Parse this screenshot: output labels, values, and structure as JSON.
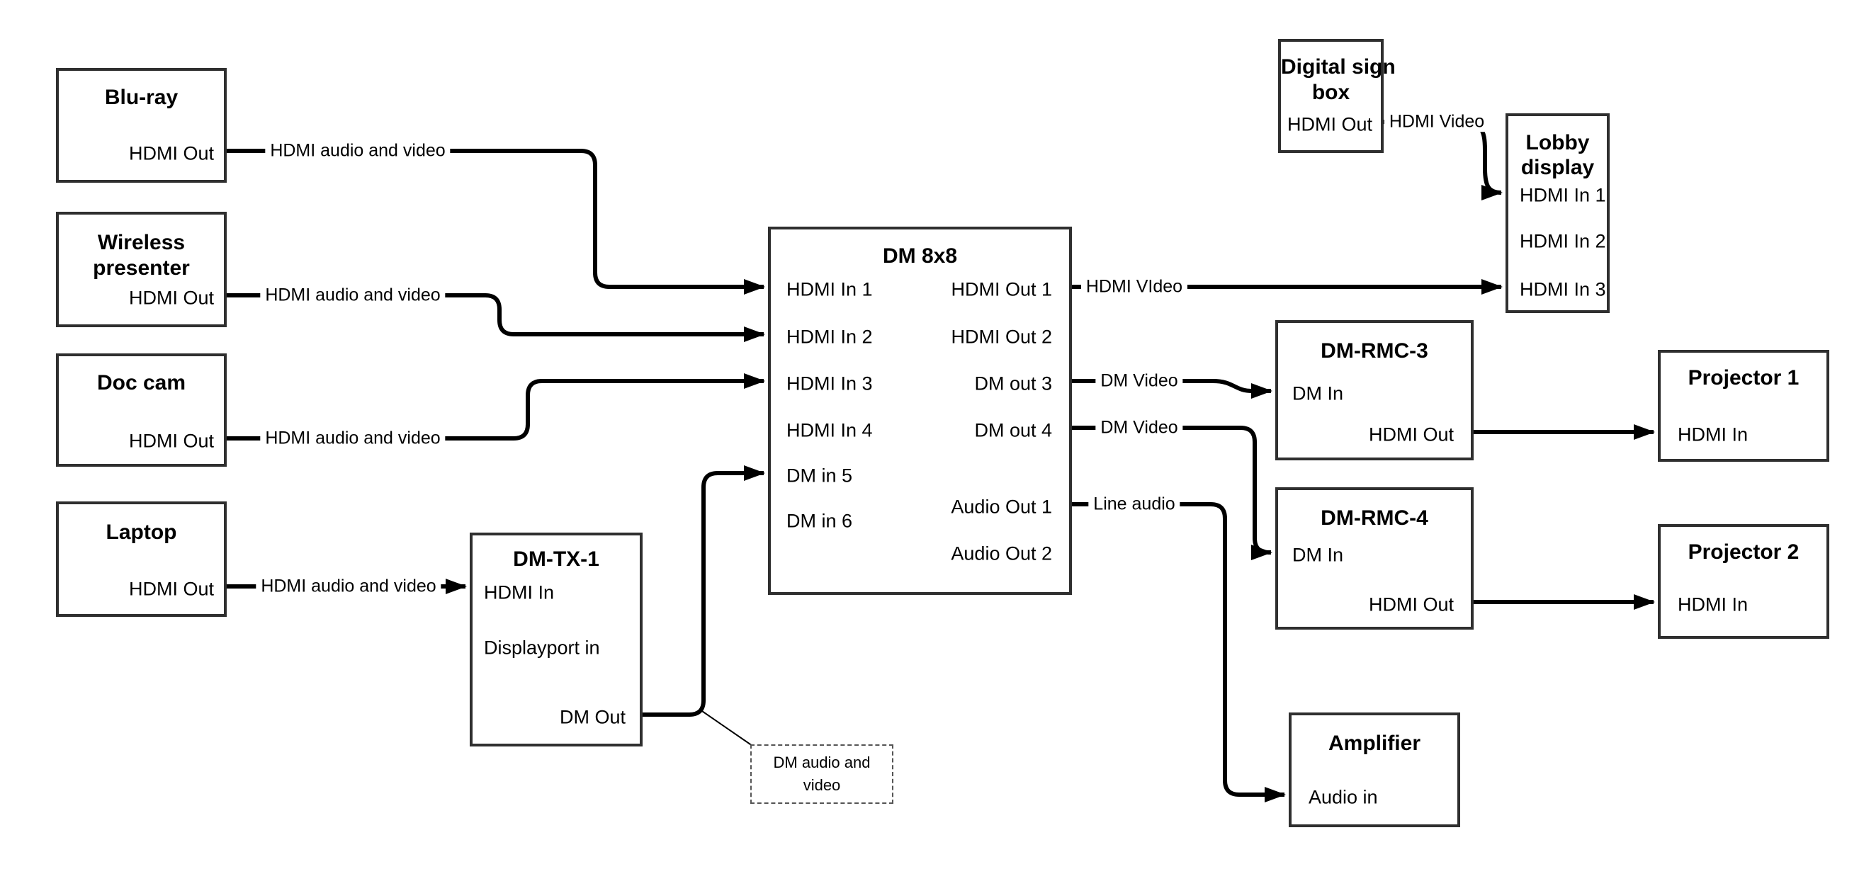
{
  "diagram": {
    "nodes": {
      "bluray": {
        "title": "Blu-ray",
        "port_out": "HDMI Out"
      },
      "wireless_presenter": {
        "title_line1": "Wireless",
        "title_line2": "presenter",
        "port_out": "HDMI Out"
      },
      "doc_cam": {
        "title": "Doc cam",
        "port_out": "HDMI Out"
      },
      "laptop": {
        "title": "Laptop",
        "port_out": "HDMI Out"
      },
      "dm_tx_1": {
        "title": "DM-TX-1",
        "port_in1": "HDMI In",
        "port_in2": "Displayport in",
        "port_out": "DM Out"
      },
      "dm_8x8": {
        "title": "DM 8x8",
        "inputs": [
          "HDMI In 1",
          "HDMI In 2",
          "HDMI In 3",
          "HDMI In 4",
          "DM in 5",
          "DM in 6"
        ],
        "outputs": [
          "HDMI Out 1",
          "HDMI Out 2",
          "DM out 3",
          "DM out 4",
          "Audio Out 1",
          "Audio Out 2"
        ]
      },
      "digital_sign_box": {
        "title_line1": "Digital sign",
        "title_line2": "box",
        "port_out": "HDMI Out"
      },
      "lobby_display": {
        "title_line1": "Lobby",
        "title_line2": "display",
        "ports": [
          "HDMI In 1",
          "HDMI In 2",
          "HDMI In 3"
        ]
      },
      "dm_rmc_3": {
        "title": "DM-RMC-3",
        "port_in": "DM In",
        "port_out": "HDMI Out"
      },
      "dm_rmc_4": {
        "title": "DM-RMC-4",
        "port_in": "DM In",
        "port_out": "HDMI Out"
      },
      "projector_1": {
        "title": "Projector 1",
        "port_in": "HDMI In"
      },
      "projector_2": {
        "title": "Projector 2",
        "port_in": "HDMI In"
      },
      "amplifier": {
        "title": "Amplifier",
        "port_in": "Audio in"
      }
    },
    "edge_labels": {
      "bluray_to_dm8x8": "HDMI audio and video",
      "wireless_to_dm8x8": "HDMI audio and video",
      "doccam_to_dm8x8": "HDMI audio and video",
      "laptop_to_dmtx1": "HDMI audio and video",
      "hdmi_out1_to_lobby": "HDMI VIdeo",
      "dm_out3_to_rmc3": "DM Video",
      "dm_out4_to_rmc4": "DM Video",
      "audio_out1_to_amplifier": "Line audio",
      "digital_sign_to_lobby": "HDMI Video"
    },
    "note": {
      "line1": "DM audio and",
      "line2": "video"
    },
    "colors": {
      "line": "#000000",
      "box_border": "#2f2f2f",
      "text": "#000000",
      "background": "#ffffff"
    }
  }
}
